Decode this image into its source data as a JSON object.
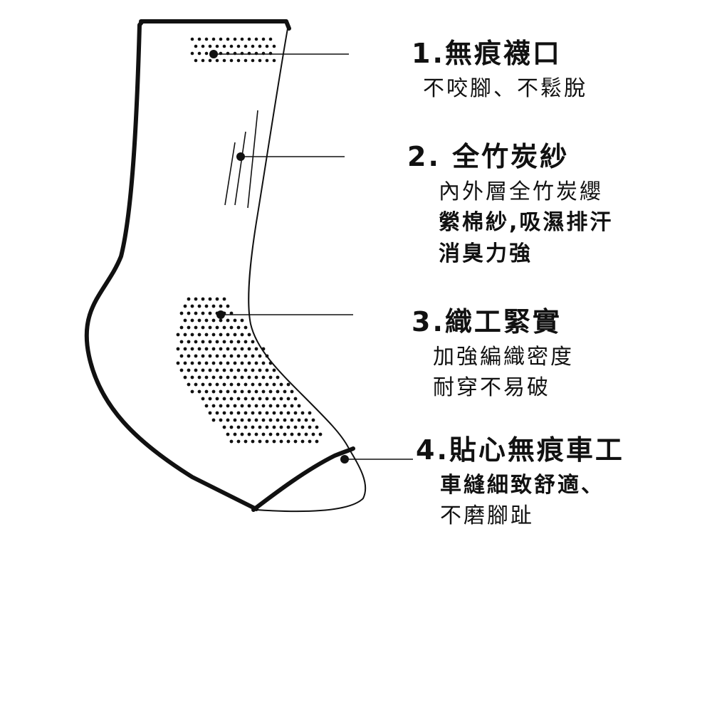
{
  "features": [
    {
      "title": "1.無痕襪口",
      "lines": [
        "不咬腳、不鬆脫"
      ]
    },
    {
      "title": "2. 全竹炭紗",
      "lines": [
        "內外層全竹炭纓",
        "縈棉紗,吸濕排汗",
        "消臭力強"
      ]
    },
    {
      "title": "3.織工緊實",
      "lines": [
        "加強編織密度",
        "耐穿不易破"
      ]
    },
    {
      "title": "4.貼心無痕車工",
      "lines": [
        "車縫細致舒適、",
        "不磨腳趾"
      ]
    }
  ],
  "colors": {
    "ink": "#111111",
    "background": "#ffffff"
  }
}
